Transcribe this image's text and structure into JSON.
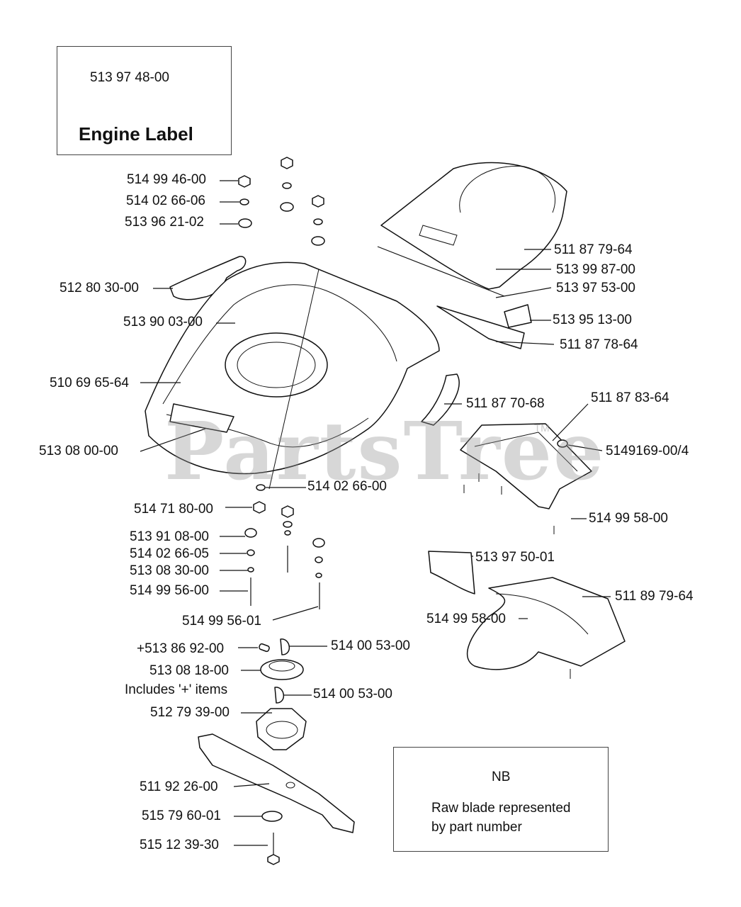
{
  "engine_label": {
    "part": "513 97 48-00",
    "title": "Engine Label"
  },
  "parts": {
    "p1": "514 99 46-00",
    "p2": "514 02 66-06",
    "p3": "513 96 21-02",
    "p4": "512 80 30-00",
    "p5": "513 90 03-00",
    "p6": "510 69 65-64",
    "p7": "513 08 00-00",
    "p8": "514 02 66-00",
    "p9": "514 71 80-00",
    "p10": "513 91 08-00",
    "p11": "514 02 66-05",
    "p12": "513 08 30-00",
    "p13": "514 99 56-00",
    "p14": "514 99 56-01",
    "p15": "+513 86 92-00",
    "p16": "514 00 53-00",
    "p17": "513 08 18-00",
    "p18": "Includes '+' items",
    "p19": "514 00 53-00",
    "p20": "512 79 39-00",
    "p21": "511 92 26-00",
    "p22": "515 79 60-01",
    "p23": "515 12 39-30",
    "p24": "511 87 79-64",
    "p25": "513 99 87-00",
    "p26": "513 97 53-00",
    "p27": "513 95 13-00",
    "p28": "511 87 78-64",
    "p29": "511 87 70-68",
    "p30": "511 87 83-64",
    "p31": "5149169-00/4",
    "p32": "514 99 58-00",
    "p33": "513 97 50-01",
    "p34": "511 89 79-64",
    "p35": "514 99 58-00"
  },
  "note": {
    "title": "NB",
    "line1": "Raw blade represented",
    "line2": "by part number"
  },
  "watermark": {
    "text": "PartsTree",
    "tm": "TM"
  }
}
